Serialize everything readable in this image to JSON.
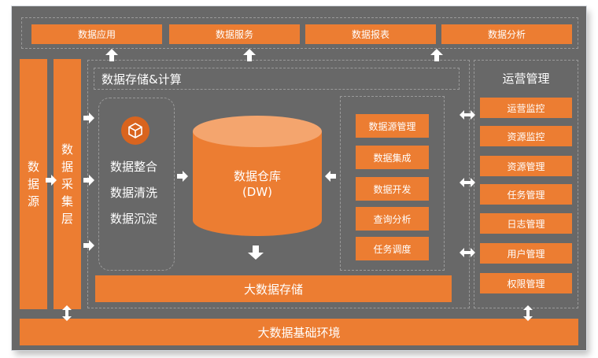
{
  "top_row": [
    "数据应用",
    "数据服务",
    "数据报表",
    "数据分析"
  ],
  "left_col1": "数据源",
  "left_col2": "数据采集层",
  "center_section_title": "数据存储&计算",
  "integration": {
    "items": [
      "数据整合",
      "数据清洗",
      "数据沉淀"
    ],
    "icon": "box-icon"
  },
  "warehouse": {
    "title": "数据仓库",
    "subtitle": "(DW)"
  },
  "tools": [
    "数据源管理",
    "数据集成",
    "数据开发",
    "查询分析",
    "任务调度"
  ],
  "storage_bar": "大数据存储",
  "ops": {
    "title": "运营管理",
    "items": [
      "运营监控",
      "资源监控",
      "资源管理",
      "任务管理",
      "日志管理",
      "用户管理",
      "权限管理"
    ]
  },
  "base_bar": "大数据基础环境",
  "colors": {
    "accent": "#ec7d32",
    "background": "#686868",
    "cylinder_top": "#f4a56e",
    "arrow": "#ffffff"
  }
}
